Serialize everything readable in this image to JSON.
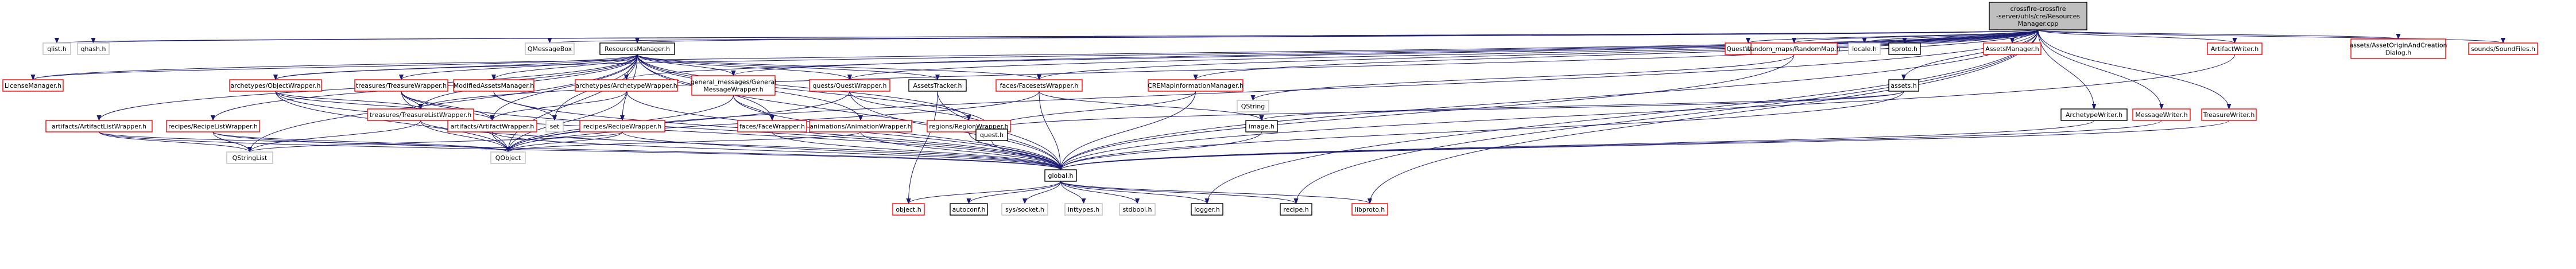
{
  "colors": {
    "edge": "#191970",
    "linked_border": "#ff0000",
    "local_border": "#000000",
    "system_border": "#bfbfbf",
    "root_fill": "#bfbfbf"
  },
  "nodes": [
    {
      "id": "root",
      "lines": [
        "crossfire-crossfire",
        "-server/utils/cre/Resources",
        "Manager.cpp"
      ],
      "kind": "root"
    },
    {
      "id": "qlist",
      "lines": [
        "qlist.h"
      ],
      "kind": "sys"
    },
    {
      "id": "qhash",
      "lines": [
        "qhash.h"
      ],
      "kind": "sys"
    },
    {
      "id": "qmessagebox",
      "lines": [
        "QMessageBox"
      ],
      "kind": "sys"
    },
    {
      "id": "resman",
      "lines": [
        "ResourcesManager.h"
      ],
      "kind": "local"
    },
    {
      "id": "questwriter",
      "lines": [
        "QuestWriter.h"
      ],
      "kind": "ref"
    },
    {
      "id": "randommaps",
      "lines": [
        "random_maps/RandomMap.h"
      ],
      "kind": "ref"
    },
    {
      "id": "locale",
      "lines": [
        "locale.h"
      ],
      "kind": "sys"
    },
    {
      "id": "sproto",
      "lines": [
        "sproto.h"
      ],
      "kind": "local"
    },
    {
      "id": "assetsmgr",
      "lines": [
        "AssetsManager.h"
      ],
      "kind": "ref"
    },
    {
      "id": "artifactwriter",
      "lines": [
        "ArtifactWriter.h"
      ],
      "kind": "ref"
    },
    {
      "id": "assetorigin",
      "lines": [
        "assets/AssetOriginAndCreation",
        "Dialog.h"
      ],
      "kind": "ref"
    },
    {
      "id": "soundfiles",
      "lines": [
        "sounds/SoundFiles.h"
      ],
      "kind": "ref"
    },
    {
      "id": "license",
      "lines": [
        "LicenseManager.h"
      ],
      "kind": "ref"
    },
    {
      "id": "objwrap",
      "lines": [
        "archetypes/ObjectWrapper.h"
      ],
      "kind": "ref"
    },
    {
      "id": "treasurewrap",
      "lines": [
        "treasures/TreasureWrapper.h"
      ],
      "kind": "ref"
    },
    {
      "id": "modassets",
      "lines": [
        "ModifiedAssetsManager.h"
      ],
      "kind": "ref"
    },
    {
      "id": "archwrap",
      "lines": [
        "archetypes/ArchetypeWrapper.h"
      ],
      "kind": "ref"
    },
    {
      "id": "genmsg",
      "lines": [
        "general_messages/General",
        "MessageWrapper.h"
      ],
      "kind": "ref"
    },
    {
      "id": "questwrap",
      "lines": [
        "quests/QuestWrapper.h"
      ],
      "kind": "ref"
    },
    {
      "id": "assetstracker",
      "lines": [
        "AssetsTracker.h"
      ],
      "kind": "local"
    },
    {
      "id": "facesetswrap",
      "lines": [
        "faces/FacesetsWrapper.h"
      ],
      "kind": "ref"
    },
    {
      "id": "cremapinfo",
      "lines": [
        "CREMapInformationManager.h"
      ],
      "kind": "ref"
    },
    {
      "id": "qstring",
      "lines": [
        "QString"
      ],
      "kind": "sys"
    },
    {
      "id": "assets",
      "lines": [
        "assets.h"
      ],
      "kind": "local"
    },
    {
      "id": "archwriter",
      "lines": [
        "ArchetypeWriter.h"
      ],
      "kind": "local"
    },
    {
      "id": "msgwriter",
      "lines": [
        "MessageWriter.h"
      ],
      "kind": "ref"
    },
    {
      "id": "treasurewriter",
      "lines": [
        "TreasureWriter.h"
      ],
      "kind": "ref"
    },
    {
      "id": "treasures",
      "lines": [
        "treasures/TreasureListWrapper.h"
      ],
      "kind": "ref"
    },
    {
      "id": "artifactlist",
      "lines": [
        "artifacts/ArtifactListWrapper.h"
      ],
      "kind": "ref"
    },
    {
      "id": "recipelist",
      "lines": [
        "recipes/RecipeListWrapper.h"
      ],
      "kind": "ref"
    },
    {
      "id": "artifactwrap",
      "lines": [
        "artifacts/ArtifactWrapper.h"
      ],
      "kind": "ref"
    },
    {
      "id": "set",
      "lines": [
        "set"
      ],
      "kind": "sys"
    },
    {
      "id": "recipewrap",
      "lines": [
        "recipes/RecipeWrapper.h"
      ],
      "kind": "ref"
    },
    {
      "id": "facewrap",
      "lines": [
        "faces/FaceWrapper.h"
      ],
      "kind": "ref"
    },
    {
      "id": "animwrap",
      "lines": [
        "animations/AnimationWrapper.h"
      ],
      "kind": "ref"
    },
    {
      "id": "regionwrap",
      "lines": [
        "regions/RegionWrapper.h"
      ],
      "kind": "ref"
    },
    {
      "id": "questh",
      "lines": [
        "quest.h"
      ],
      "kind": "local"
    },
    {
      "id": "image",
      "lines": [
        "image.h"
      ],
      "kind": "local"
    },
    {
      "id": "qstringlist",
      "lines": [
        "QStringList"
      ],
      "kind": "sys"
    },
    {
      "id": "qobject",
      "lines": [
        "QObject"
      ],
      "kind": "sys"
    },
    {
      "id": "global",
      "lines": [
        "global.h"
      ],
      "kind": "local"
    },
    {
      "id": "objecth",
      "lines": [
        "object.h"
      ],
      "kind": "ref"
    },
    {
      "id": "autoconf",
      "lines": [
        "autoconf.h"
      ],
      "kind": "local"
    },
    {
      "id": "syssocket",
      "lines": [
        "sys/socket.h"
      ],
      "kind": "sys"
    },
    {
      "id": "inttypes",
      "lines": [
        "inttypes.h"
      ],
      "kind": "sys"
    },
    {
      "id": "stdbool",
      "lines": [
        "stdbool.h"
      ],
      "kind": "sys"
    },
    {
      "id": "logger",
      "lines": [
        "logger.h"
      ],
      "kind": "local"
    },
    {
      "id": "recipe",
      "lines": [
        "recipe.h"
      ],
      "kind": "local"
    },
    {
      "id": "libproto",
      "lines": [
        "libproto.h"
      ],
      "kind": "ref"
    }
  ],
  "edges": [
    [
      "root",
      "qlist"
    ],
    [
      "root",
      "qhash"
    ],
    [
      "root",
      "qmessagebox"
    ],
    [
      "root",
      "resman"
    ],
    [
      "root",
      "questwriter"
    ],
    [
      "root",
      "randommaps"
    ],
    [
      "root",
      "locale"
    ],
    [
      "root",
      "sproto"
    ],
    [
      "root",
      "assetsmgr"
    ],
    [
      "root",
      "artifactwriter"
    ],
    [
      "root",
      "assetorigin"
    ],
    [
      "root",
      "soundfiles"
    ],
    [
      "root",
      "license"
    ],
    [
      "root",
      "objwrap"
    ],
    [
      "root",
      "archwrap"
    ],
    [
      "root",
      "genmsg"
    ],
    [
      "root",
      "questwrap"
    ],
    [
      "root",
      "facesetswrap"
    ],
    [
      "root",
      "cremapinfo"
    ],
    [
      "root",
      "assets"
    ],
    [
      "root",
      "archwriter"
    ],
    [
      "root",
      "msgwriter"
    ],
    [
      "root",
      "treasurewriter"
    ],
    [
      "root",
      "treasures"
    ],
    [
      "root",
      "global"
    ],
    [
      "root",
      "logger"
    ],
    [
      "root",
      "recipe"
    ],
    [
      "root",
      "libproto"
    ],
    [
      "root",
      "qobject"
    ],
    [
      "resman",
      "license"
    ],
    [
      "resman",
      "objwrap"
    ],
    [
      "resman",
      "treasurewrap"
    ],
    [
      "resman",
      "modassets"
    ],
    [
      "resman",
      "archwrap"
    ],
    [
      "resman",
      "genmsg"
    ],
    [
      "resman",
      "questwrap"
    ],
    [
      "resman",
      "assetstracker"
    ],
    [
      "resman",
      "facesetswrap"
    ],
    [
      "resman",
      "artifactlist"
    ],
    [
      "resman",
      "recipelist"
    ],
    [
      "resman",
      "artifactwrap"
    ],
    [
      "resman",
      "set"
    ],
    [
      "resman",
      "recipewrap"
    ],
    [
      "resman",
      "facewrap"
    ],
    [
      "resman",
      "animwrap"
    ],
    [
      "resman",
      "regionwrap"
    ],
    [
      "resman",
      "questh"
    ],
    [
      "resman",
      "global"
    ],
    [
      "resman",
      "qstringlist"
    ],
    [
      "resman",
      "qobject"
    ],
    [
      "resman",
      "treasures"
    ],
    [
      "randommaps",
      "qstring"
    ],
    [
      "randommaps",
      "global"
    ],
    [
      "cremapinfo",
      "questh"
    ],
    [
      "cremapinfo",
      "global"
    ],
    [
      "assets",
      "image"
    ],
    [
      "assets",
      "global"
    ],
    [
      "assets",
      "questh"
    ],
    [
      "artifactwriter",
      "global"
    ],
    [
      "archwriter",
      "global"
    ],
    [
      "msgwriter",
      "global"
    ],
    [
      "treasurewriter",
      "global"
    ],
    [
      "objwrap",
      "treasures"
    ],
    [
      "objwrap",
      "artifactwrap"
    ],
    [
      "objwrap",
      "qobject"
    ],
    [
      "objwrap",
      "global"
    ],
    [
      "treasurewrap",
      "artifactwrap"
    ],
    [
      "treasurewrap",
      "treasures"
    ],
    [
      "treasurewrap",
      "qobject"
    ],
    [
      "treasurewrap",
      "global"
    ],
    [
      "modassets",
      "set"
    ],
    [
      "modassets",
      "global"
    ],
    [
      "archwrap",
      "artifactwrap"
    ],
    [
      "archwrap",
      "qobject"
    ],
    [
      "archwrap",
      "global"
    ],
    [
      "genmsg",
      "facewrap"
    ],
    [
      "genmsg",
      "qobject"
    ],
    [
      "genmsg",
      "global"
    ],
    [
      "questwrap",
      "questh"
    ],
    [
      "questwrap",
      "qobject"
    ],
    [
      "questwrap",
      "global"
    ],
    [
      "assetstracker",
      "global"
    ],
    [
      "assetstracker",
      "objecth"
    ],
    [
      "facesetswrap",
      "image"
    ],
    [
      "facesetswrap",
      "global"
    ],
    [
      "facesetswrap",
      "qobject"
    ],
    [
      "treasures",
      "qstringlist"
    ],
    [
      "treasures",
      "qobject"
    ],
    [
      "treasures",
      "global"
    ],
    [
      "artifactlist",
      "qstringlist"
    ],
    [
      "artifactlist",
      "qobject"
    ],
    [
      "artifactlist",
      "global"
    ],
    [
      "recipelist",
      "qstringlist"
    ],
    [
      "recipelist",
      "qobject"
    ],
    [
      "recipelist",
      "global"
    ],
    [
      "artifactwrap",
      "qobject"
    ],
    [
      "artifactwrap",
      "global"
    ],
    [
      "recipewrap",
      "qstringlist"
    ],
    [
      "recipewrap",
      "qobject"
    ],
    [
      "recipewrap",
      "global"
    ],
    [
      "facewrap",
      "global"
    ],
    [
      "animwrap",
      "global"
    ],
    [
      "animwrap",
      "qobject"
    ],
    [
      "regionwrap",
      "global"
    ],
    [
      "questh",
      "global"
    ],
    [
      "image",
      "global"
    ],
    [
      "global",
      "objecth"
    ],
    [
      "global",
      "autoconf"
    ],
    [
      "global",
      "syssocket"
    ],
    [
      "global",
      "inttypes"
    ],
    [
      "global",
      "stdbool"
    ],
    [
      "global",
      "logger"
    ],
    [
      "global",
      "recipe"
    ],
    [
      "global",
      "libproto"
    ]
  ]
}
